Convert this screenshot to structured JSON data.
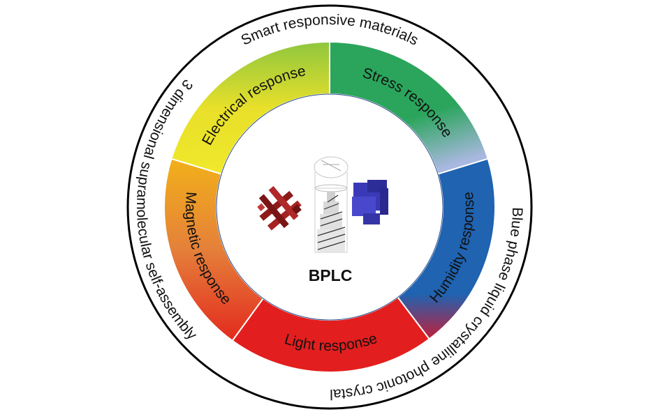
{
  "center": {
    "title": "BPLC",
    "icons": [
      "red-cubic-lattice-icon",
      "helical-cylinder-icon",
      "blue-cubic-lattice-icon"
    ]
  },
  "outer_ring": {
    "labels": [
      {
        "id": "top",
        "text": "Smart responsive materials"
      },
      {
        "id": "right",
        "text": "Blue phase liquid crystalline photonic crystal"
      },
      {
        "id": "left",
        "text": "3 dimensional supramolecular self-assembly"
      }
    ]
  },
  "segments": [
    {
      "id": "stress",
      "label": "Stress response",
      "colors": [
        "#2ba55c",
        "#2ba55c",
        "#a9b8e0"
      ]
    },
    {
      "id": "humidity",
      "label": "Humidity response",
      "colors": [
        "#1f63b1",
        "#1f63b1",
        "#c21f3a"
      ]
    },
    {
      "id": "light",
      "label": "Light response",
      "colors": [
        "#e31e1e",
        "#e31e1e",
        "#e31e1e"
      ]
    },
    {
      "id": "magnetic",
      "label": "Magnetic response",
      "colors": [
        "#f2b019",
        "#e4803a",
        "#e32a1e"
      ]
    },
    {
      "id": "electrical",
      "label": "Electrical response",
      "colors": [
        "#f0e82a",
        "#e8e02a",
        "#8fc63e"
      ]
    }
  ]
}
